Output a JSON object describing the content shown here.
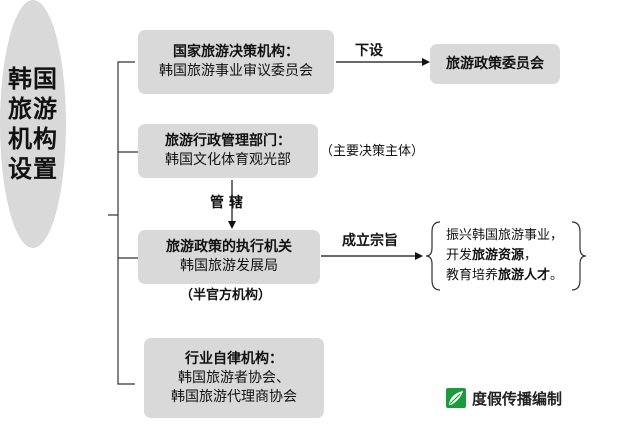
{
  "root": {
    "lines": [
      "韩国",
      "旅游",
      "机构",
      "设置"
    ]
  },
  "nodes": {
    "decision": {
      "title": "国家旅游决策机构：",
      "subtitle": "韩国旅游事业审议委员会"
    },
    "committee": {
      "title": "旅游政策委员会"
    },
    "admin": {
      "title": "旅游行政管理部门：",
      "subtitle": "韩国文化体育观光部"
    },
    "execution": {
      "title": "旅游政策的执行机关",
      "subtitle": "韩国旅游发展局"
    },
    "industry": {
      "title": "行业自律机构：",
      "line2": "韩国旅游者协会、",
      "line3": "韩国旅游代理商协会"
    }
  },
  "labels": {
    "set_up": "下设",
    "main_subject": "（主要决策主体）",
    "govern": "管 辖",
    "semi_official": "（半官方机构）",
    "purpose": "成立宗旨"
  },
  "purpose_list": {
    "line1": "振兴韩国旅游事业，",
    "line2_prefix": "开发",
    "line2_bold": "旅游资源",
    "line2_suffix": "，",
    "line3_prefix": "教育培养",
    "line3_bold": "旅游人才",
    "line3_suffix": "。"
  },
  "brand": {
    "text": "度假传播编制",
    "icon": "leaf-logo-icon"
  }
}
